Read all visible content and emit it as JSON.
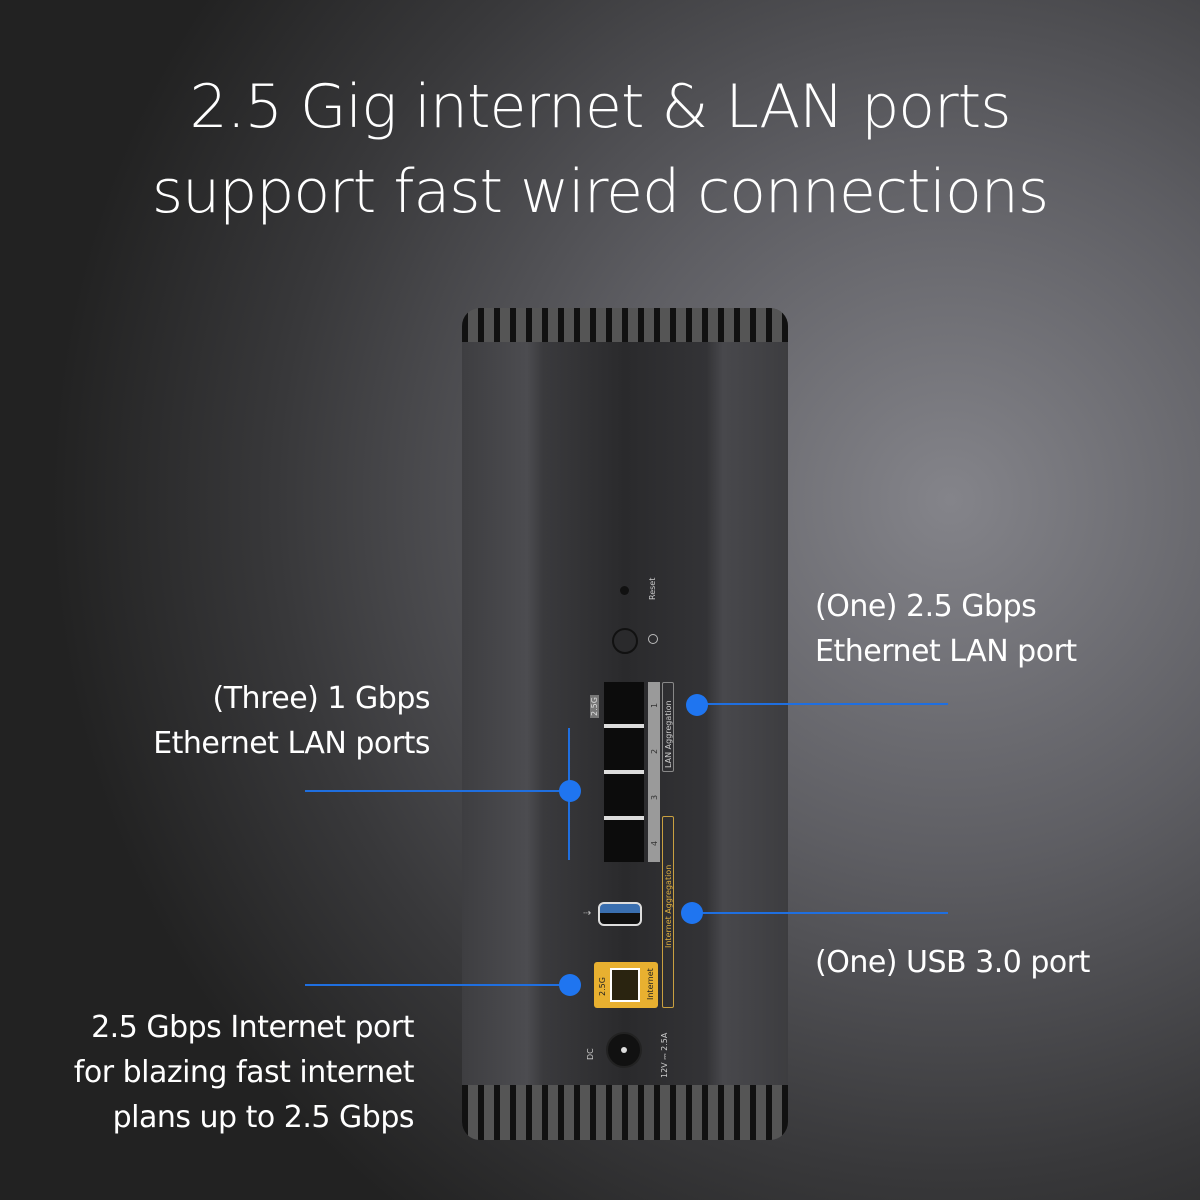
{
  "title": {
    "line1": "2.5 Gig internet & LAN ports",
    "line2": "support fast wired connections"
  },
  "callouts": {
    "lan25": {
      "line1": "(One) 2.5 Gbps",
      "line2": "Ethernet LAN port"
    },
    "lan1g": {
      "line1": "(Three) 1 Gbps",
      "line2": "Ethernet LAN ports"
    },
    "usb": {
      "line1": "(One) USB 3.0 port"
    },
    "internet": {
      "line1": "2.5 Gbps Internet port",
      "line2": "for blazing fast internet",
      "line3": "plans up to 2.5 Gbps"
    }
  },
  "device_labels": {
    "reset": "Reset",
    "badge_25g": "2.5G",
    "lan_agg": "LAN Aggregation",
    "internet_agg": "Internet Aggregation",
    "internet": "Internet",
    "internet_badge": "2.5G",
    "dc": "DC",
    "power_spec": "12V ⎓ 2.5A",
    "port_numbers": [
      "1",
      "2",
      "3",
      "4"
    ]
  },
  "colors": {
    "accent": "#1f75f0",
    "internet_port": "#e8b030"
  }
}
